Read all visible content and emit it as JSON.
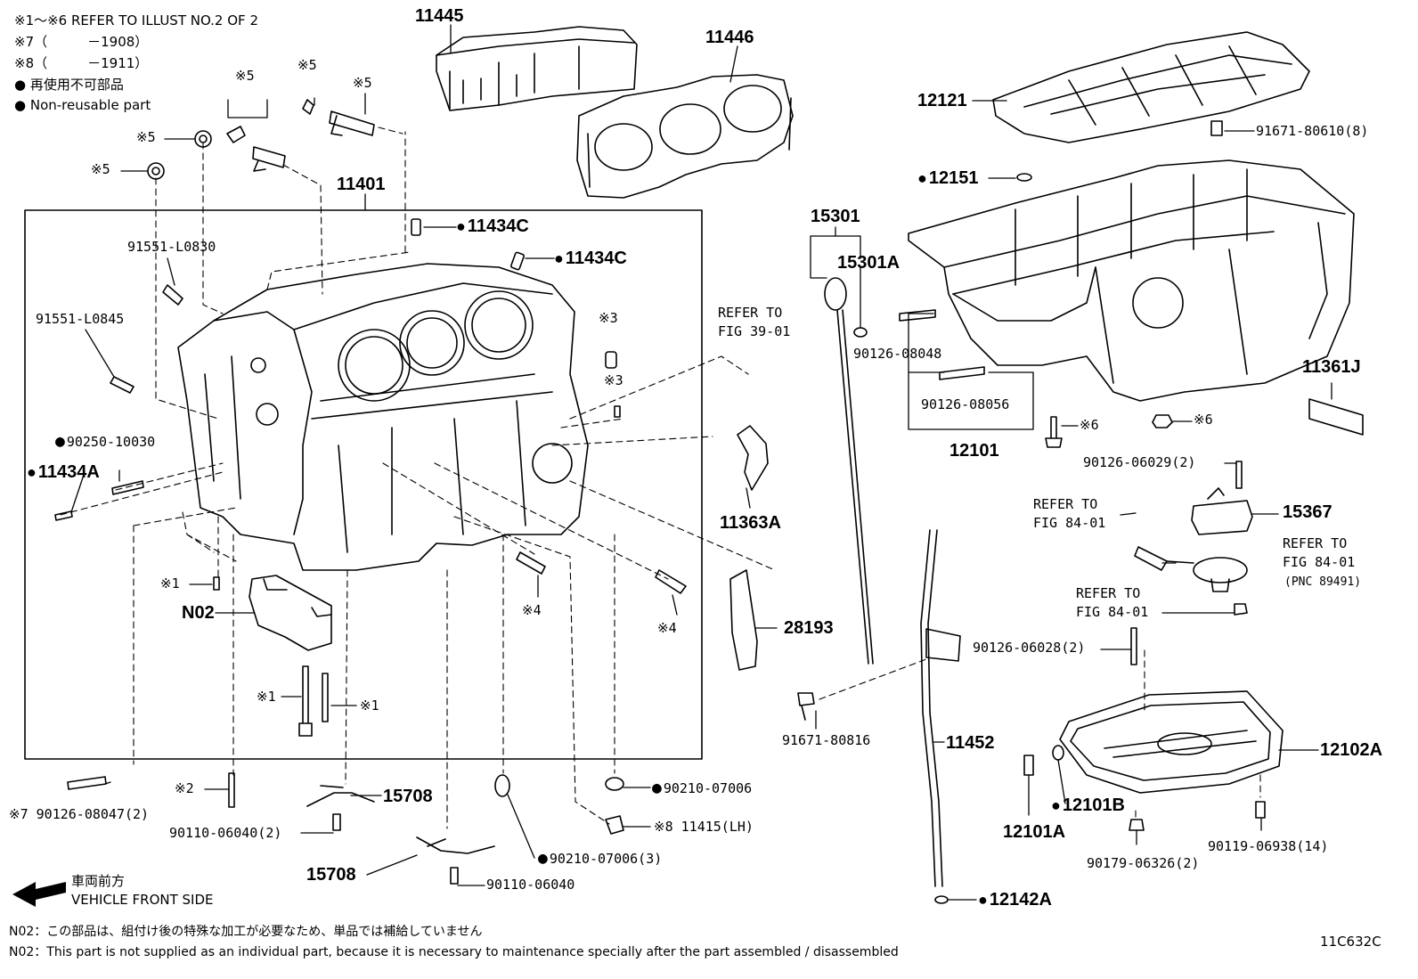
{
  "header_notes": {
    "line1": "※1～※6 REFER TO ILLUST NO.2 OF 2",
    "line2": "※7（　　　－1908）",
    "line3": "※8（　　　－1911）",
    "line4": "● 再使用不可部品",
    "line5": "● Non-reusable part"
  },
  "labels": {
    "p11445": "11445",
    "p11446": "11446",
    "p12121": "12121",
    "p91671_80610": "91671-80610(8)",
    "p12151": "12151",
    "p15301": "15301",
    "p15301A": "15301A",
    "p11401": "11401",
    "p11434C_a": "11434C",
    "p11434C_b": "11434C",
    "p91551_L0830": "91551-L0830",
    "p91551_L0845": "91551-L0845",
    "m5_a": "※5",
    "m5_b": "※5",
    "m5_c": "※5",
    "m5_d": "※5",
    "m5_e": "※5",
    "refer_39_1": "REFER TO",
    "refer_39_2": "FIG 39-01",
    "p90126_08048": "90126-08048",
    "p90126_08056": "90126-08056",
    "p12101": "12101",
    "p11361J": "11361J",
    "m6_a": "※6",
    "m6_b": "※6",
    "m3_a": "※3",
    "m3_b": "※3",
    "p90250_10030": "90250-10030",
    "p11434A": "11434A",
    "p11363A": "11363A",
    "p90126_06029": "90126-06029(2)",
    "refer_84_a1": "REFER TO",
    "refer_84_a2": "FIG 84-01",
    "p15367": "15367",
    "refer_84_b1": "REFER TO",
    "refer_84_b2": "FIG 84-01",
    "pnc_89491": "(PNC 89491)",
    "refer_84_c1": "REFER TO",
    "refer_84_c2": "FIG 84-01",
    "m1_a": "※1",
    "pN02": "N02",
    "m4_a": "※4",
    "m4_b": "※4",
    "p28193": "28193",
    "p90126_06028": "90126-06028(2)",
    "m1_b": "※1",
    "m1_c": "※1",
    "p91671_80816": "91671-80816",
    "p11452": "11452",
    "p12102A": "12102A",
    "p90126_08047": "※7 90126-08047(2)",
    "m2": "※2",
    "p15708_a": "15708",
    "p90210_07006": "90210-07006",
    "p90110_06040_2": "90110-06040(2)",
    "p11415": "※8 11415(LH)",
    "p12101B": "12101B",
    "p12101A": "12101A",
    "p15708_b": "15708",
    "p90210_07006_3": "90210-07006(3)",
    "p90119_06938": "90119-06938(14)",
    "p90179_06326": "90179-06326(2)",
    "p90110_06040": "90110-06040",
    "p12142A": "12142A"
  },
  "front": {
    "jp": "車両前方",
    "en": "VEHICLE FRONT SIDE"
  },
  "footer": {
    "jp": "N02：この部品は、組付け後の特殊な加工が必要なため、単品では補給していません",
    "en": "N02：This part is not supplied as an individual part, because it is necessary to maintenance specially after the part assembled / disassembled",
    "code": "11C632C"
  }
}
